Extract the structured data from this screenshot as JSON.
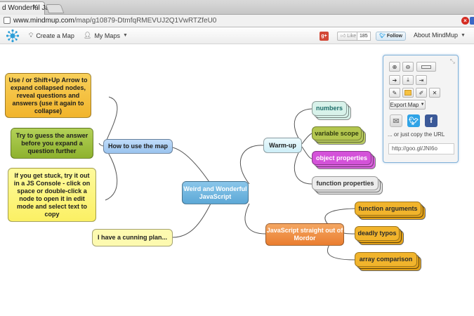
{
  "browser": {
    "tab_title": "d Wonderful Java",
    "tab_close": "✕",
    "url_host": "www.mindmup.com",
    "url_path": "/map/g10879-DtmfqRMEVUJ2Q1VwRTZfeU0"
  },
  "navbar": {
    "create_map": "Create a Map",
    "my_maps": "My Maps",
    "gplus": "g+",
    "like": "Like",
    "like_count": "185",
    "follow": "Follow",
    "about": "About MindMup"
  },
  "nodes": {
    "root": "Weird and Wonderful JavaScript",
    "how_to_use": "How to use the map",
    "tip_expand": "Use / or Shift+Up Arrow to expand collapsed nodes, reveal questions and answers (use it again to collapse)",
    "tip_guess": "Try to guess the answer before you expand a question further",
    "tip_console": "If you get stuck, try it out in a JS Console - click on space or double-click a node to open it in edit mode and select text to copy",
    "cunning_plan": "I have a cunning plan...",
    "warm_up": "Warm-up",
    "numbers": "numbers",
    "variable_scope": "variable scope",
    "object_properties": "object properties",
    "function_properties": "function properties",
    "mordor": "JavaScript straight out of Mordor",
    "function_arguments": "function arguments",
    "deadly_typos": "deadly typos",
    "array_comparison": "array comparison"
  },
  "toolbar": {
    "zoom_in": "⊕",
    "zoom_out": "⊖",
    "export_map": "Export Map",
    "copy_url_label": "... or just copy the URL",
    "short_url": "http://goo.gl/JNI6o",
    "facebook": "f",
    "twitter_color": "#2fa3e6",
    "facebook_color": "#3b5998"
  },
  "colors": {
    "root": "#6fb2dd",
    "how_to_use": "#a9cdf4",
    "tip_orange": "#f5c43c",
    "tip_green": "#a0c240",
    "tip_yellow": "#fdf57d",
    "cunning_plan": "#fdfab0",
    "warm_up": "#dff6fb",
    "numbers": "#d8f2ea",
    "variable_scope": "#b3c64f",
    "object_properties": "#d452d9",
    "function_properties": "#ececec",
    "mordor": "#ef8c43",
    "orange_child": "#f1b42c"
  }
}
